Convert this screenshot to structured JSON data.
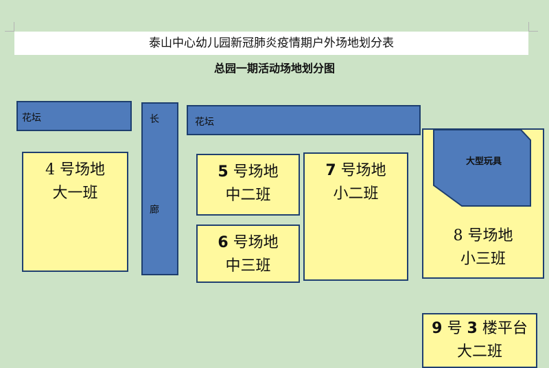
{
  "header": {
    "title": "泰山中心幼儿园新冠肺炎疫情期户外场地划分表",
    "subtitle": "总园一期活动场地划分图"
  },
  "blocks": {
    "flowerbed_left": "花坛",
    "flowerbed_top": "花坛",
    "corridor_char_1": "长",
    "corridor_char_2": "廊",
    "large_toys": "大型玩具"
  },
  "fields": [
    {
      "num": "4",
      "rest": "号场地",
      "class_name": "大一班"
    },
    {
      "num": "5",
      "rest": "号场地",
      "class_name": "中二班"
    },
    {
      "num": "6",
      "rest": "号场地",
      "class_name": "中三班"
    },
    {
      "num": "7",
      "rest": "号场地",
      "class_name": "小二班"
    },
    {
      "num": "8",
      "rest": "号场地",
      "class_name": "小三班"
    },
    {
      "num": "9",
      "mid": "号",
      "num2": "3",
      "rest": "楼平台",
      "class_name": "大二班"
    }
  ],
  "colors": {
    "background": "#cce3c6",
    "field_fill": "#fff99e",
    "block_fill": "#4f7bbb",
    "border": "#1f3f70"
  }
}
